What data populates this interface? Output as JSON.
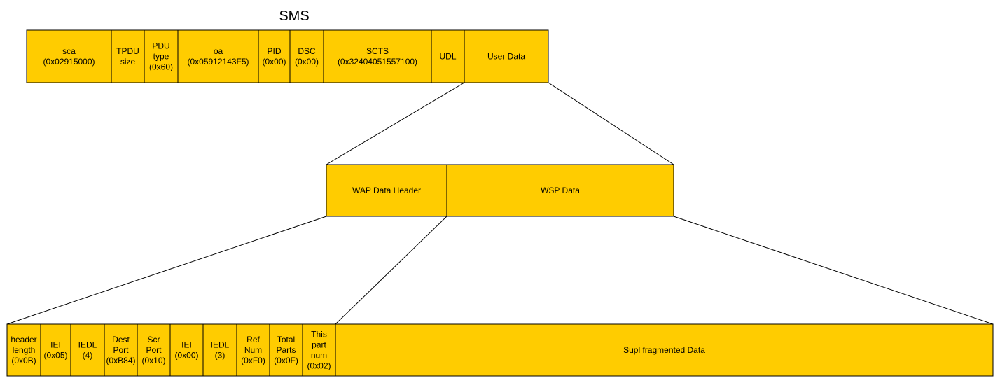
{
  "title": "SMS",
  "colors": {
    "cell_fill": "#FFCC00",
    "stroke": "#000000"
  },
  "sms_fields": [
    {
      "lines": [
        "sca",
        "(0x02915000)"
      ]
    },
    {
      "lines": [
        "TPDU",
        "size"
      ]
    },
    {
      "lines": [
        "PDU",
        "type",
        "(0x60)"
      ]
    },
    {
      "lines": [
        "oa",
        "(0x05912143F5)"
      ]
    },
    {
      "lines": [
        "PID",
        "(0x00)"
      ]
    },
    {
      "lines": [
        "DSC",
        "(0x00)"
      ]
    },
    {
      "lines": [
        "SCTS",
        "(0x32404051557100)"
      ]
    },
    {
      "lines": [
        "UDL"
      ]
    },
    {
      "lines": [
        "User Data"
      ]
    }
  ],
  "user_data_fields": [
    {
      "lines": [
        "WAP Data Header"
      ]
    },
    {
      "lines": [
        "WSP Data"
      ]
    }
  ],
  "header_fields": [
    {
      "lines": [
        "header",
        "length",
        "(0x0B)"
      ]
    },
    {
      "lines": [
        "IEI",
        "(0x05)"
      ]
    },
    {
      "lines": [
        "IEDL",
        "(4)"
      ]
    },
    {
      "lines": [
        "Dest",
        "Port",
        "(0xB84)"
      ]
    },
    {
      "lines": [
        "Scr",
        "Port",
        "(0x10)"
      ]
    },
    {
      "lines": [
        "IEI",
        "(0x00)"
      ]
    },
    {
      "lines": [
        "IEDL",
        "(3)"
      ]
    },
    {
      "lines": [
        "Ref",
        "Num",
        "(0xF0)"
      ]
    },
    {
      "lines": [
        "Total",
        "Parts",
        "(0x0F)"
      ]
    },
    {
      "lines": [
        "This",
        "part",
        "num",
        "(0x02)"
      ]
    },
    {
      "lines": [
        "Supl fragmented Data"
      ]
    }
  ]
}
